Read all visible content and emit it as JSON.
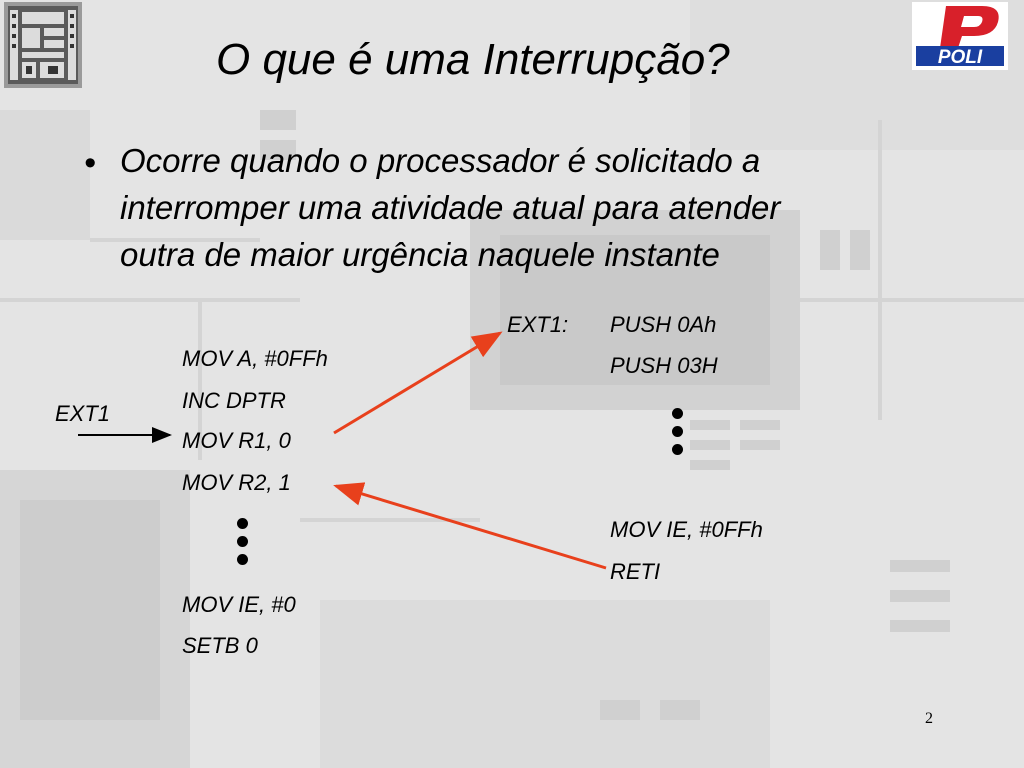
{
  "slide": {
    "title": "O que é uma Interrupção?",
    "bullet_symbol": "•",
    "bullet_lines": [
      "Ocorre quando o processador é solicitado a",
      "interromper uma atividade atual para atender",
      "outra de maior urgência naquele instante"
    ],
    "logo_text": "POLI",
    "page_number": "2"
  },
  "main_code": {
    "interrupt_source_label": "EXT1",
    "lines": [
      "MOV A, #0FFh",
      "INC DPTR",
      "MOV R1, 0",
      "MOV R2, 1"
    ],
    "tail_lines": [
      "MOV IE, #0",
      "SETB 0"
    ]
  },
  "isr_code": {
    "label": "EXT1:",
    "lines": [
      "PUSH 0Ah",
      "PUSH 03H"
    ],
    "tail_lines": [
      "MOV IE, #0FFh",
      "RETI"
    ]
  },
  "colors": {
    "arrow_red": "#e8401c",
    "logo_red": "#d8202a",
    "logo_blue": "#1a3fa0",
    "text": "#000000"
  }
}
